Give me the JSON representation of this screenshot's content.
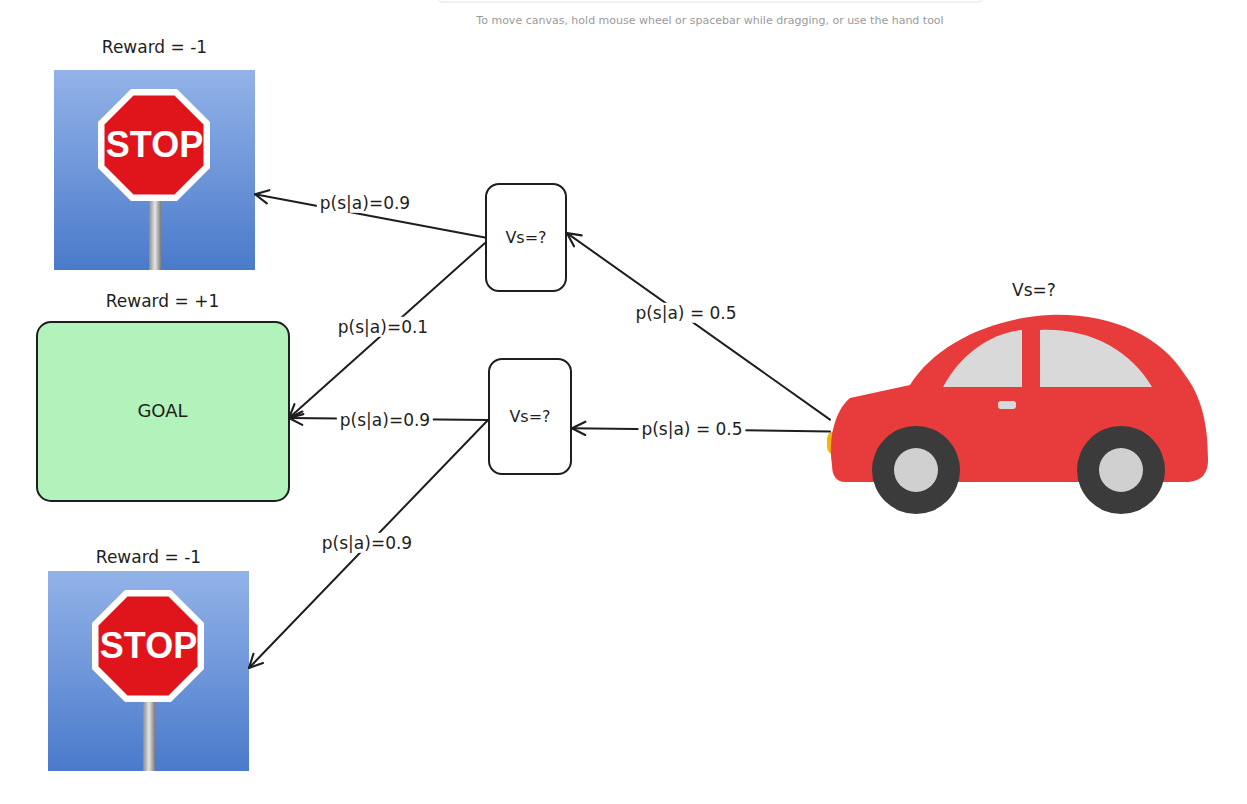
{
  "diagram": {
    "nodes": [
      {
        "text": [
          "Reward = -1",
          "STOP"
        ]
      },
      {
        "text": [
          "Vs=?"
        ]
      },
      {
        "text": [
          "Vs=?"
        ]
      },
      {
        "text": [
          "Reward = +1",
          "GOAL"
        ]
      },
      {
        "text": [
          "Vs=?"
        ]
      },
      {
        "text": [
          "Reward = -1",
          "STOP"
        ]
      }
    ],
    "edges": [
      {
        "from": 2,
        "to": 1,
        "label": "p(s|a) = 0.5",
        "arrow": "to"
      },
      {
        "from": 2,
        "to": 4,
        "label": "p(s|a) = 0.5",
        "arrow": "to"
      },
      {
        "from": 1,
        "to": 0,
        "label": "p(s|a)=0.9",
        "arrow": "to"
      },
      {
        "from": 1,
        "to": 3,
        "label": "p(s|a)=0.1",
        "arrow": "to"
      },
      {
        "from": 4,
        "to": 3,
        "label": "p(s|a)=0.9",
        "arrow": "to"
      },
      {
        "from": 4,
        "to": 5,
        "label": "p(s|a)=0.9",
        "arrow": "to"
      }
    ],
    "labels": [
      "To move canvas, hold mouse wheel or spacebar while dragging, or use the hand tool"
    ]
  }
}
